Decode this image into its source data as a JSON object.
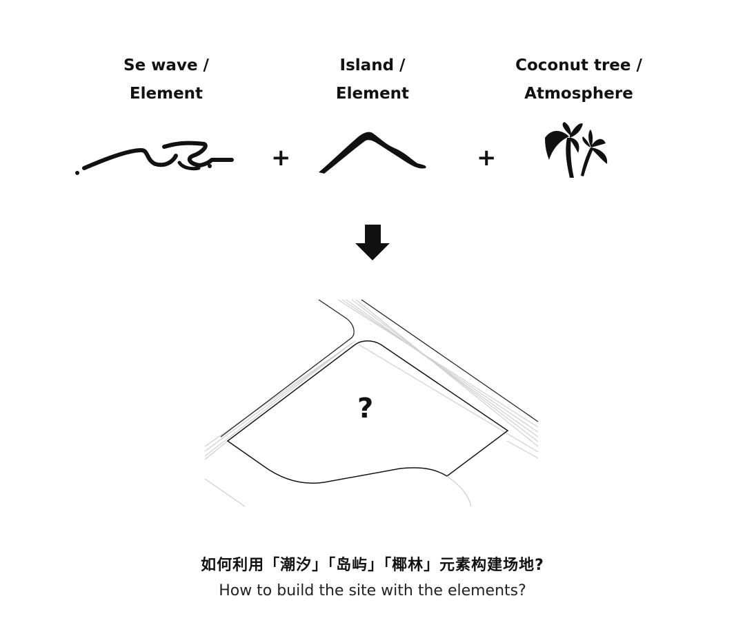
{
  "elements": [
    {
      "line1": "Se wave /",
      "line2": "Element",
      "icon": "wave-icon"
    },
    {
      "line1": "Island /",
      "line2": "Element",
      "icon": "mountain-icon"
    },
    {
      "line1": "Coconut tree /",
      "line2": "Atmosphere",
      "icon": "palm-tree-icon"
    }
  ],
  "operators": [
    "+",
    "+"
  ],
  "arrow": "down-arrow-icon",
  "site_plan": {
    "placeholder": "?"
  },
  "caption": {
    "chinese": "如何利用「潮汐」「岛屿」「椰林」元素构建场地?",
    "english": "How to build the site with the elements?"
  },
  "colors": {
    "ink": "#111111",
    "road_lines": "#c8c8c8",
    "background": "#ffffff"
  }
}
